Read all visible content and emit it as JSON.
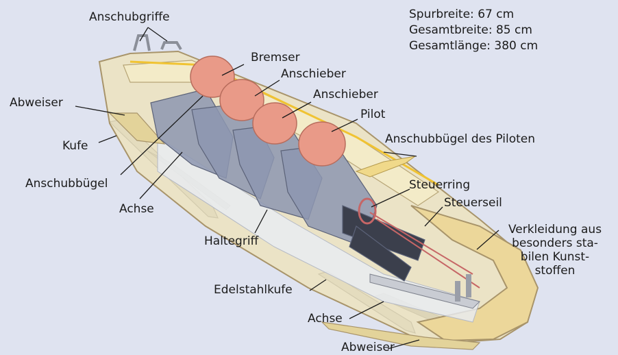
{
  "colors": {
    "background": "#dfe3f0",
    "hull": "#efe3b8",
    "hull_edge": "#a8946a",
    "helmet": "#e99a88",
    "suit": "#8d96b0",
    "steel": "#b9bcc4"
  },
  "specs": [
    "Spurbreite: 67 cm",
    "Gesamtbreite: 85 cm",
    "Gesamtlänge: 380 cm"
  ],
  "labels": {
    "anschubgriffe": "Anschubgriffe",
    "bremser": "Bremser",
    "anschieber_1": "Anschieber",
    "anschieber_2": "Anschieber",
    "pilot": "Pilot",
    "abweiser_top": "Abweiser",
    "kufe": "Kufe",
    "anschubbuegel": "Anschubbügel",
    "achse_left": "Achse",
    "haltegriff": "Haltegriff",
    "anschubbuegel_pilot": "Anschubbügel des Piloten",
    "steuerring": "Steuerring",
    "steuerseil": "Steuerseil",
    "verkleidung": [
      "Verkleidung aus",
      "besonders sta-",
      "bilen Kunst-",
      "stoffen"
    ],
    "edelstahlkufe": "Edelstahlkufe",
    "achse_bottom": "Achse",
    "abweiser_bottom": "Abweiser"
  }
}
